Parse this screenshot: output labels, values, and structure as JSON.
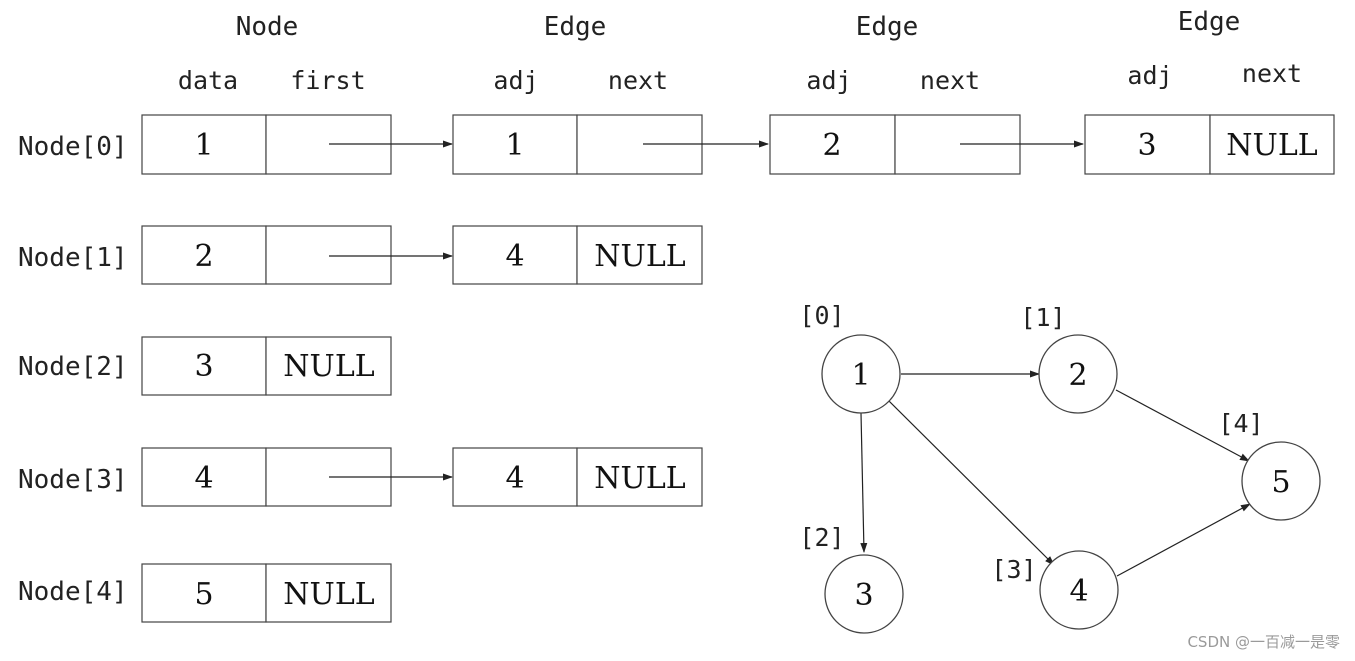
{
  "headers": {
    "node": {
      "title": "Node",
      "col1": "data",
      "col2": "first"
    },
    "edge1": {
      "title": "Edge",
      "col1": "adj",
      "col2": "next"
    },
    "edge2": {
      "title": "Edge",
      "col1": "adj",
      "col2": "next"
    },
    "edge3": {
      "title": "Edge",
      "col1": "adj",
      "col2": "next"
    }
  },
  "rows": [
    {
      "label": "Node[0]",
      "data": "1",
      "first": "",
      "edges": [
        {
          "adj": "1",
          "next": ""
        },
        {
          "adj": "2",
          "next": ""
        },
        {
          "adj": "3",
          "next": "NULL"
        }
      ]
    },
    {
      "label": "Node[1]",
      "data": "2",
      "first": "",
      "edges": [
        {
          "adj": "4",
          "next": "NULL"
        }
      ]
    },
    {
      "label": "Node[2]",
      "data": "3",
      "first": "NULL",
      "edges": []
    },
    {
      "label": "Node[3]",
      "data": "4",
      "first": "",
      "edges": [
        {
          "adj": "4",
          "next": "NULL"
        }
      ]
    },
    {
      "label": "Node[4]",
      "data": "5",
      "first": "NULL",
      "edges": []
    }
  ],
  "graph": {
    "nodes": [
      {
        "index": "[0]",
        "value": "1"
      },
      {
        "index": "[1]",
        "value": "2"
      },
      {
        "index": "[2]",
        "value": "3"
      },
      {
        "index": "[3]",
        "value": "4"
      },
      {
        "index": "[4]",
        "value": "5"
      }
    ],
    "edges": [
      {
        "from": "1",
        "to": "2"
      },
      {
        "from": "1",
        "to": "3"
      },
      {
        "from": "1",
        "to": "4"
      },
      {
        "from": "2",
        "to": "5"
      },
      {
        "from": "4",
        "to": "5"
      }
    ]
  },
  "watermark": "CSDN @一百减一是零"
}
